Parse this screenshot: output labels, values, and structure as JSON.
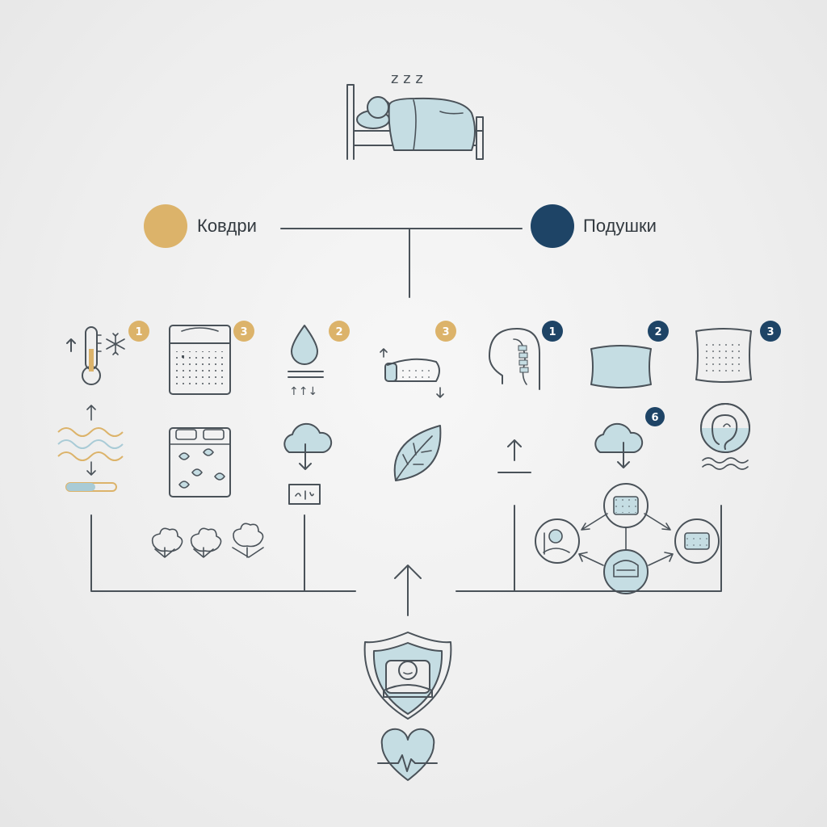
{
  "legend": {
    "left": {
      "label": "Ковдри",
      "color": "#dcb36a"
    },
    "right": {
      "label": "Подушки",
      "color": "#1e4466"
    }
  },
  "colors": {
    "line": "#4a5259",
    "fill": "#c5dde3",
    "gold": "#dcb36a",
    "navy": "#1e4466"
  },
  "badges": {
    "thermo": "1",
    "duvet": "3",
    "drop": "2",
    "sleeper": "3",
    "spine": "1",
    "pillow_flat": "2",
    "pillow_dotted": "3",
    "cloud_right": "6"
  },
  "glyphs": {
    "zzz": "z z z",
    "arrows": "↑↑↓"
  },
  "icons": [
    "sleeping-person-bed-icon",
    "thermometer-icon",
    "snowflake-icon",
    "duvet-icon",
    "water-drop-icon",
    "sleeper-side-icon",
    "spine-head-icon",
    "pillow-icon",
    "dotted-pillow-icon",
    "temperature-wave-icon",
    "leaf-bedding-icon",
    "cloud-download-icon",
    "leaf-icon",
    "up-arrow-icon",
    "ear-icon",
    "cotton-icon",
    "shield-person-icon",
    "heart-pulse-icon"
  ]
}
